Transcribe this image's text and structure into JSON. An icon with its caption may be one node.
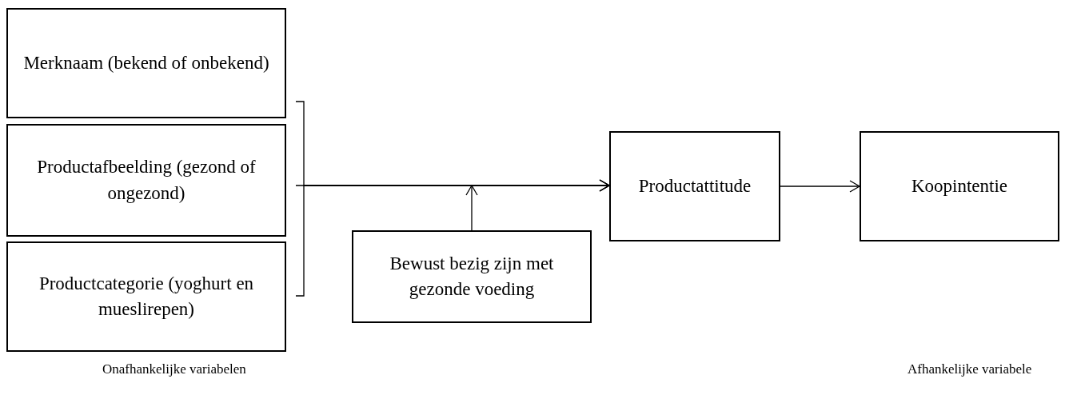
{
  "diagram": {
    "nodes": [
      {
        "text": [
          "Merknaam (bekend of onbekend)"
        ]
      },
      {
        "text": [
          "Productafbeelding (gezond of ongezond)"
        ]
      },
      {
        "text": [
          "Productcategorie (yoghurt en mueslirepen)"
        ]
      },
      {
        "text": [
          "Bewust bezig zijn met gezonde voeding"
        ]
      },
      {
        "text": [
          "Productattitude"
        ]
      },
      {
        "text": [
          "Koopintentie"
        ]
      }
    ],
    "edges": [
      {
        "from": 0,
        "to": 4,
        "arrow": "to"
      },
      {
        "from": 1,
        "to": 4,
        "arrow": "to"
      },
      {
        "from": 2,
        "to": 4,
        "arrow": "to"
      },
      {
        "from": 3,
        "to": null,
        "arrow": "to"
      },
      {
        "from": 4,
        "to": 5,
        "arrow": "to"
      }
    ],
    "labels": [
      "Onafhankelijke variabelen",
      "Afhankelijke variabele"
    ]
  }
}
